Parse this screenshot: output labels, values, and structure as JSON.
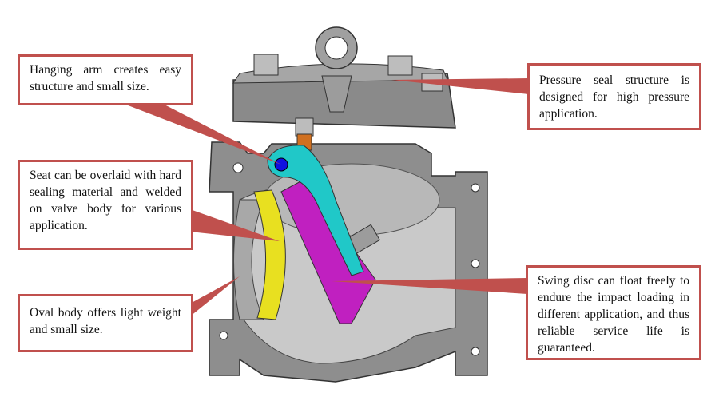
{
  "callouts": {
    "hanging_arm": "Hanging arm creates easy structure and small size.",
    "seat": "Seat can be overlaid with hard sealing material and welded on valve body for various application.",
    "oval_body": "Oval body offers light weight and small size.",
    "pressure_seal": "Pressure seal structure is designed for high pressure application.",
    "swing_disc": "Swing disc can float freely to endure the impact loading in different application, and thus reliable service life is guaranteed."
  },
  "colors": {
    "callout_border": "#c0504d",
    "body": "#9a9a9a",
    "arm": "#20c8c8",
    "disc": "#c020c0",
    "seat": "#e8e020",
    "pin": "#1010e0",
    "gland": "#d07020"
  }
}
